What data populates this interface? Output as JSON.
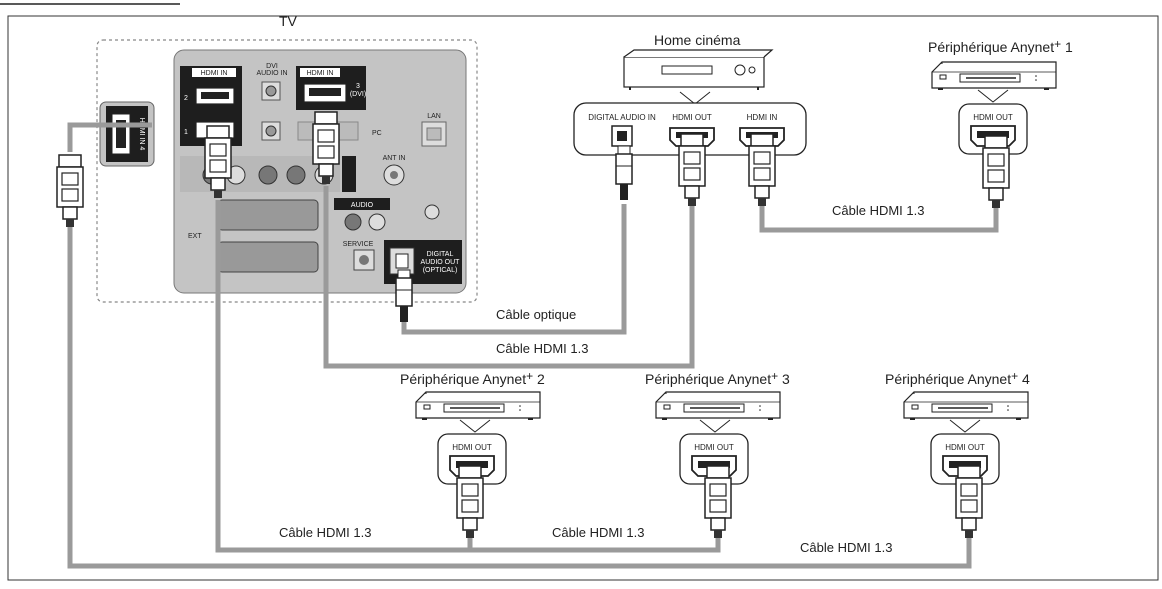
{
  "labels": {
    "tv": "TV",
    "home_cinema": "Home cinéma",
    "periph1": "Périphérique Anynet",
    "periph1_num": "1",
    "periph2": "Périphérique Anynet",
    "periph2_num": "2",
    "periph3": "Périphérique Anynet",
    "periph3_num": "3",
    "periph4": "Périphérique Anynet",
    "periph4_num": "4",
    "plus": "+"
  },
  "cables": {
    "optical": "Câble optique",
    "hdmi_tv_hc": "Câble HDMI 1.3",
    "hdmi_hc_p1": "Câble HDMI 1.3",
    "hdmi_p2": "Câble HDMI 1.3",
    "hdmi_p3": "Câble HDMI 1.3",
    "hdmi_p4": "Câble HDMI 1.3"
  },
  "ports": {
    "hdmi_in": "HDMI IN",
    "hdmi_out": "HDMI OUT",
    "digital_audio_in": "DIGITAL AUDIO IN",
    "digital_audio_out_1": "DIGITAL",
    "digital_audio_out_2": "AUDIO OUT",
    "digital_audio_out_3": "(OPTICAL)",
    "lan": "LAN",
    "ant_in": "ANT IN",
    "service": "SERVICE",
    "dvi_audio_in_1": "DVI",
    "dvi_audio_in_2": "AUDIO IN",
    "hdmi_side": "HDMI IN 4",
    "audio": "AUDIO",
    "ext": "EXT",
    "hdmi_3": "3",
    "hdmi_3_dvi": "(DVI)",
    "hdmi_2": "2",
    "hdmi_1": "1"
  },
  "colors": {
    "cable": "#9a9a9a",
    "panel": "#bdbdbd",
    "panel_dark": "#1b1b1b",
    "line": "#222222"
  }
}
